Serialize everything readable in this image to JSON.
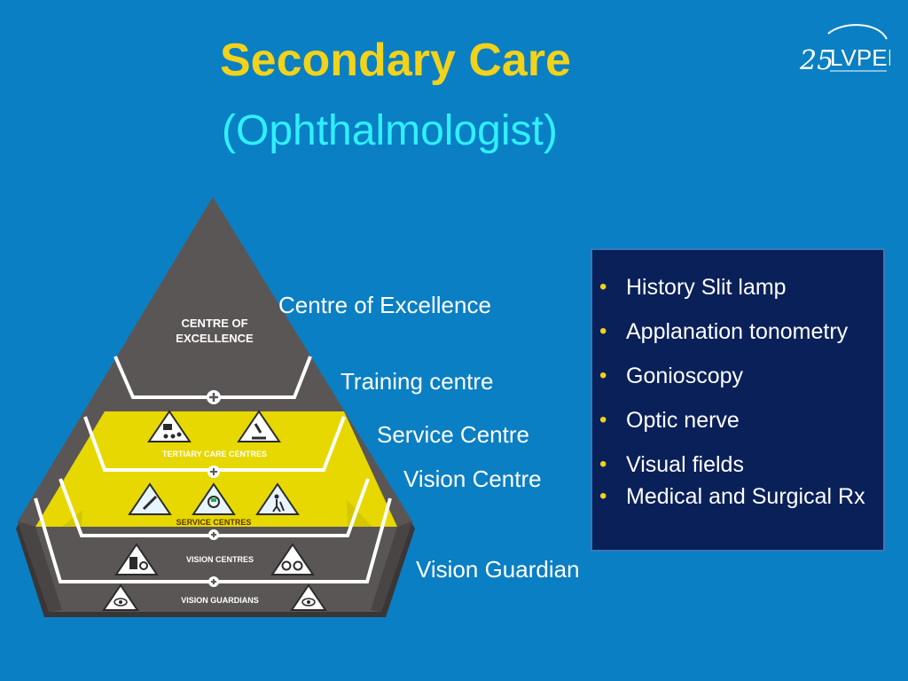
{
  "slide": {
    "title": "Secondary Care",
    "subtitle": "(Ophthalmologist)"
  },
  "logo": {
    "number": "25",
    "name": "LVPEI"
  },
  "pyramid": {
    "tiers": [
      {
        "label": "CENTRE OF",
        "label2": "EXCELLENCE"
      },
      {
        "label": "TERTIARY CARE CENTRES"
      },
      {
        "label": "SERVICE CENTRES"
      },
      {
        "label": "VISION CENTRES"
      },
      {
        "label": "VISION GUARDIANS"
      }
    ]
  },
  "labels": {
    "centre_of_excellence": "Centre of Excellence",
    "training_centre": "Training centre",
    "service_centre": "Service Centre",
    "vision_centre": "Vision Centre",
    "vision_guardian": "Vision Guardian"
  },
  "panel": {
    "items": [
      "History Slit lamp",
      "Applanation tonometry",
      "Gonioscopy",
      "Optic nerve",
      "Visual fields",
      "Medical and Surgical Rx"
    ]
  },
  "colors": {
    "background": "#0a7fc4",
    "title": "#f2d21a",
    "subtitle": "#2ff0ff",
    "panel": "#0a2059",
    "pyramid": "#5a5555",
    "highlight": "#e6d800"
  },
  "icons": [
    "plus-icon",
    "teacher-icon",
    "microscope-icon",
    "syringe-icon",
    "doctor-icon",
    "walking-person-icon",
    "eye-chart-icon",
    "glasses-icon",
    "eye-icon"
  ]
}
